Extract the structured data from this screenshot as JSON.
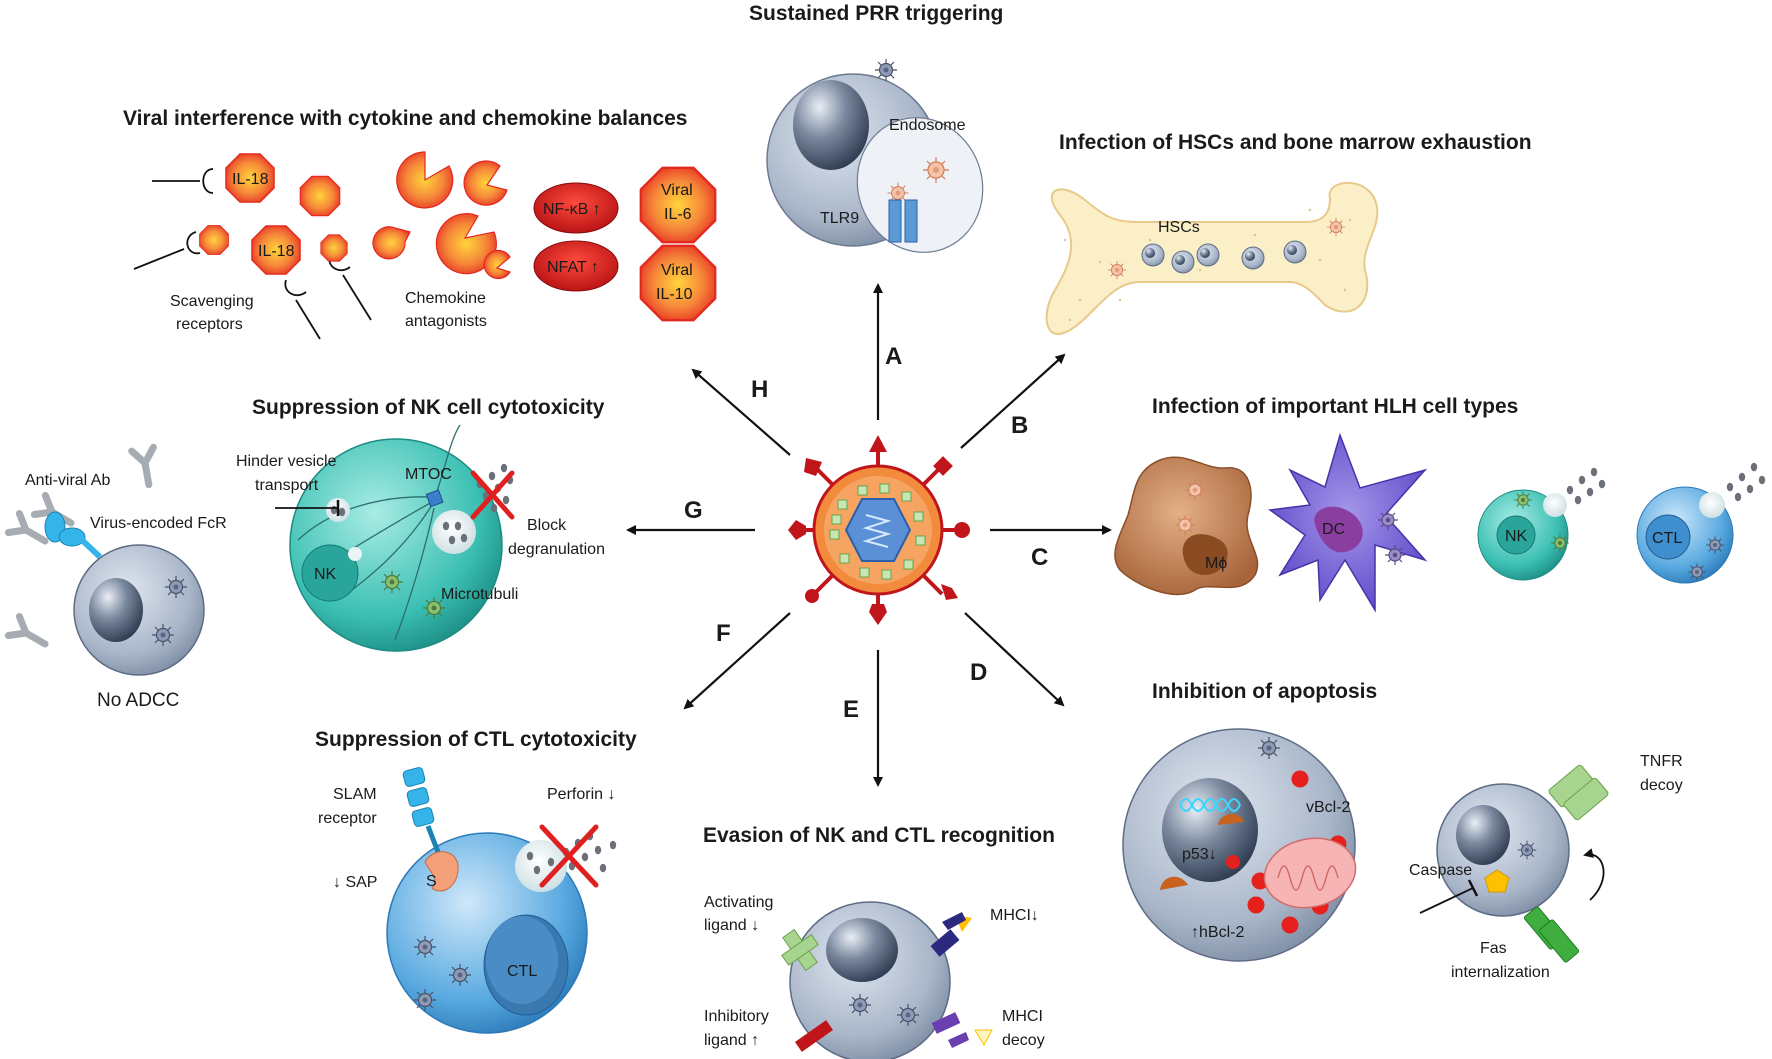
{
  "panels": {
    "a": {
      "letter": "A",
      "title": "Sustained PRR triggering",
      "endosome": "Endosome",
      "receptor": "TLR9"
    },
    "b": {
      "letter": "B",
      "title": "Infection of HSCs and bone marrow exhaustion",
      "cells": "HSCs"
    },
    "c": {
      "letter": "C",
      "title": "Infection of important HLH cell types",
      "cells": [
        "Mϕ",
        "DC",
        "NK",
        "CTL"
      ]
    },
    "d": {
      "letter": "D",
      "title": "Inhibition of apoptosis",
      "p53": "p53↓",
      "vbcl": "vBcl-2",
      "hbcl": "↑hBcl-2",
      "tnfr_1": "TNFR",
      "tnfr_2": "decoy",
      "caspase": "Caspase",
      "fas_1": "Fas",
      "fas_2": "internalization"
    },
    "e": {
      "letter": "E",
      "title": "Evasion of NK and CTL recognition",
      "act_1": "Activating",
      "act_2": "ligand ↓",
      "inh_1": "Inhibitory",
      "inh_2": "ligand ↑",
      "mhc_down": "MHCI↓",
      "mhc_decoy_1": "MHCI",
      "mhc_decoy_2": "decoy"
    },
    "f": {
      "letter": "F",
      "title": "Suppression of CTL cytotoxicity",
      "slam_1": "SLAM",
      "slam_2": "receptor",
      "sap": "↓ SAP",
      "s": "S",
      "perforin": "Perforin ↓",
      "ctl": "CTL"
    },
    "g": {
      "letter": "G",
      "title": "Suppression of NK cell cytotoxicity",
      "hinder_1": "Hinder vesicle",
      "hinder_2": "transport",
      "mtoc": "MTOC",
      "block_1": "Block",
      "block_2": "degranulation",
      "microtubuli": "Microtubuli",
      "nk": "NK",
      "antiviral_ab": "Anti-viral Ab",
      "fcr": "Virus-encoded FcR",
      "no_adcc": "No ADCC"
    },
    "h": {
      "letter": "H",
      "title": "Viral interference with cytokine and chemokine balances",
      "il18_a": "IL-18",
      "il18_b": "IL-18",
      "scav_1": "Scavenging",
      "scav_2": "receptors",
      "chemo_1": "Chemokine",
      "chemo_2": "antagonists",
      "nfkb": "NF-κB ↑",
      "nfat": "NFAT ↑",
      "il6_1": "Viral",
      "il6_2": "IL-6",
      "il10_1": "Viral",
      "il10_2": "IL-10"
    }
  },
  "colors": {
    "cell_gray": "#a9b6c9",
    "nk_teal": "#3bbfb3",
    "ctl_blue": "#58a9e0",
    "virus_red": "#c0161b",
    "virus_orange": "#f28b3c",
    "bone": "#fbefc7",
    "cytokine_red": "#e8362a",
    "cytokine_yellow": "#ffc21f"
  }
}
